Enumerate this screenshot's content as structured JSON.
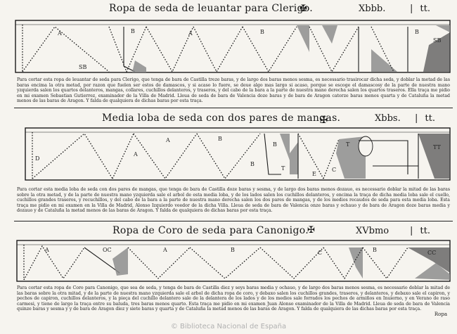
{
  "sections": [
    {
      "title": "Ropa de seda de leuantar para Clerigo.",
      "code": "Xbbb.",
      "page_mark": "tt.",
      "labels": [
        "A",
        "B",
        "A",
        "B",
        "B",
        "SB",
        "SB"
      ],
      "text": "Para cortar esta ropa de leuantar de seda para Clerigo, que tenga de bara de Castilla treze baras, y de largo dos baras menos sesma, es necessario trasirocar dicha seda, y doblar la metad de las baras encima la otra metad, por razon que fuelen ser estos de damascos, y si acaso lo fuere, se deue algo mas largo si acaso, porque se escoge el damascosy de la parte de nuestra mano yzquierda salen los quartos delanteros, mangas, collares, cuchillos delanteros, y traseros, y del cabo de la bara a la parte de nuestra mano derecha salen los quartos traseros. Ella traça me pidio en mi examen Sebastian Gutierrez, examinador de la Villa de Madrid. Lleua de seda de bara de Valencia doze baras y de bara de Aragon catorze baras menos quarta y de Cataluña la metad menos de las baras de Aragon. Y falda de qualquiera de dichas baras por esta traça."
    },
    {
      "title": "Media loba de seda con dos pares de mangas.",
      "code": "Xbbs.",
      "page_mark": "tt.",
      "labels": [
        "A",
        "B",
        "A",
        "B",
        "B",
        "T",
        "E",
        "C",
        "T",
        "D",
        "TT"
      ],
      "text": "Para cortar esta media loba de seda con dos pares de mangas, que tenga de bara de Castilla doze baras y sesma, y de largo dos baras menos dozauo, es necessario doblar la mitad de las baras sobre la otra metad, y de la parte de nuestra mano yzquierda sale el arbol de esta media loba, y de los lados salen los cuchillos delanteros, y encima la traça de dicha media loba sale el cuello, cuchillos grandes traseros, y recuchillos, y del cabo de la bara a la parte de nuestra mano derecha salen los dos pares de mangas, y de los medios recaudos de seda para esta media loba. Esta traça me pidio en mi examen en la Villa de Madrid, Alonso Izquierdo veedor de la dicha Villa. Lleua de seda de bara de Valencia onze baras y ochauo y de bara de Aragon doze baras media y dozauo y de Cataluña la metad menos de las baras de Aragon. Y falda de qualquiera de dichas baras por esta traça."
    },
    {
      "title": "Ropa de Coro de seda para Canonigo.",
      "code": "XVbmo",
      "page_mark": "tt.",
      "labels": [
        "A",
        "OC",
        "A",
        "B",
        "C",
        "B",
        "CC"
      ],
      "text": "Para cortar esta ropa de Coro para Canonigo, que sea de seda, y tenga de bara de Castilla diez y seys baras media y ochauo, y de largo dos baras menos sesma, es necessario doblar la mitad de las baras sobre la otra mitad, y de la parte de nuestra mano yzquierda sale el arbol de dicha ropa de coro, y debaxo salen los cuchillos grandes, traseros, y delanteros, y debaxo sale el capiron, y pechos de capiron, cuchillos delanteros, y la pieça del cuchillo delantero sale de la delantera de los lados y de los medios sale forrados los pechos de armiños en Inuierno, y en Verano de raso carmesi, y tiene de largo la traça entre su baluda, tres baras menos quarto. Esta traça me pidio en mi examen Juan Alonso examinador de la Villa de Madrid. Lleua de seda de bara de Valencia quinze baras y sesma y y de bara de Aragon diez y siete baras y quarta y de Cataluña la metad menos de las baras de Aragon. Y falda de qualquiera de las dichas baras por esta traça."
    }
  ],
  "catchword": "Ropa",
  "credit": "© Biblioteca Nacional de España"
}
